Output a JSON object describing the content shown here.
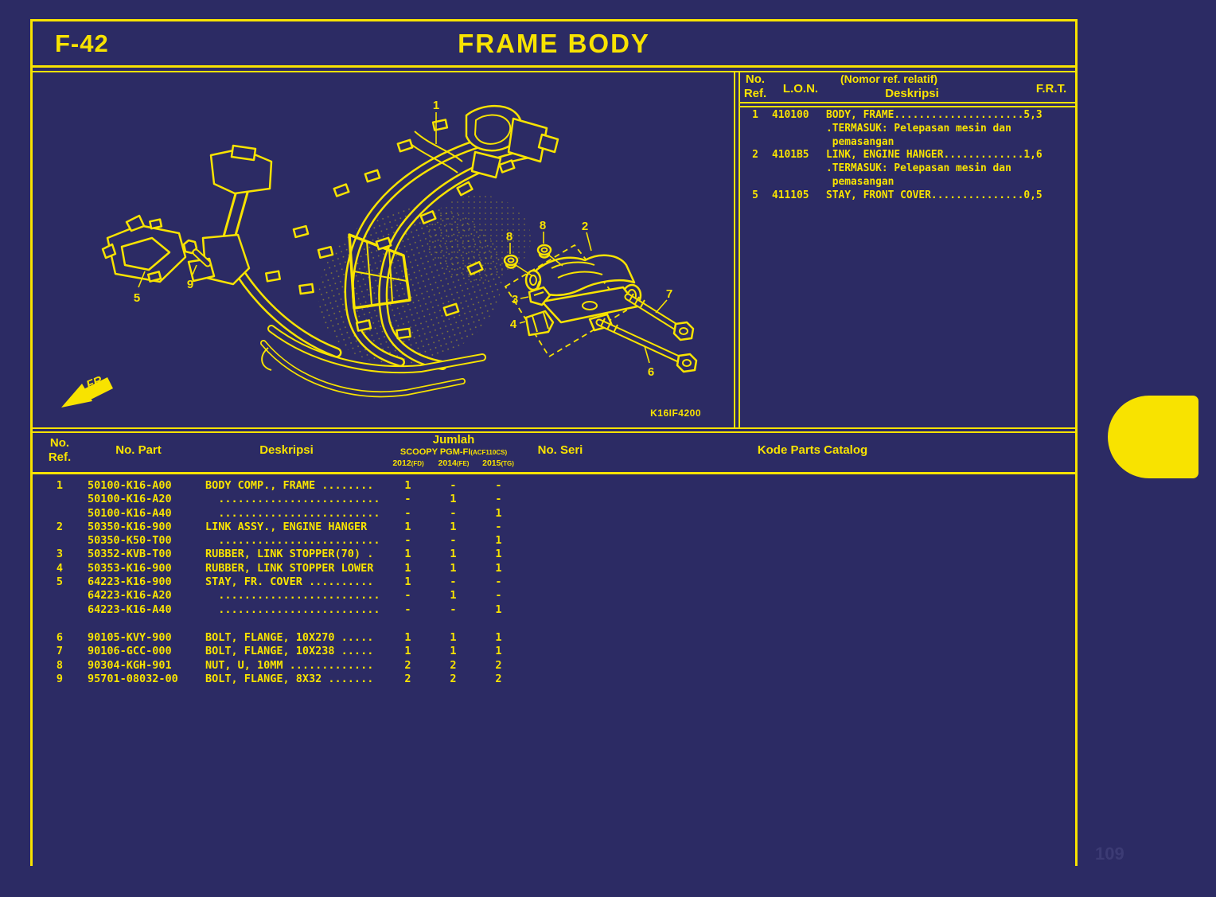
{
  "colors": {
    "background": "#2c2b64",
    "accent": "#f8e300",
    "faint_page_number": "#3c3b74"
  },
  "page": {
    "code": "F-42",
    "title": "FRAME BODY",
    "page_number": "109"
  },
  "diagram": {
    "code": "K16IF4200",
    "front_arrow": "FR.",
    "labels": {
      "l1": "1",
      "l2": "2",
      "l3": "3",
      "l4": "4",
      "l5": "5",
      "l6": "6",
      "l7": "7",
      "l8a": "8",
      "l8b": "8",
      "l9": "9"
    }
  },
  "ref_table": {
    "headers": {
      "no_ref1": "No.",
      "no_ref2": "Ref.",
      "lon": "L.O.N.",
      "desc_note": "(Nomor ref. relatif)",
      "deskripsi": "Deskripsi",
      "frt": "F.R.T."
    },
    "rows": [
      {
        "ref": "1",
        "lon": "410100",
        "lines": [
          "BODY, FRAME.....................5,3",
          ".TERMASUK: Pelepasan mesin dan",
          " pemasangan"
        ]
      },
      {
        "ref": "2",
        "lon": "4101B5",
        "lines": [
          "LINK, ENGINE HANGER.............1,6",
          ".TERMASUK: Pelepasan mesin dan",
          " pemasangan"
        ]
      },
      {
        "ref": "5",
        "lon": "411105",
        "lines": [
          "STAY, FRONT COVER...............0,5"
        ]
      }
    ]
  },
  "parts_table": {
    "headers": {
      "no_ref1": "No.",
      "no_ref2": "Ref.",
      "no_part": "No. Part",
      "deskripsi": "Deskripsi",
      "jumlah": "Jumlah",
      "model": "SCOOPY PGM-FI",
      "model_code": "(ACF110CS)",
      "years": [
        {
          "year": "2012",
          "code": "(FD)"
        },
        {
          "year": "2014",
          "code": "(FE)"
        },
        {
          "year": "2015",
          "code": "(TG)"
        }
      ],
      "no_seri": "No. Seri",
      "kode": "Kode Parts Catalog"
    },
    "rows": [
      {
        "ref": "1",
        "part": "50100-K16-A00",
        "desc": "BODY COMP., FRAME ........",
        "q": [
          "1",
          "-",
          "-"
        ]
      },
      {
        "ref": "",
        "part": "50100-K16-A20",
        "desc": "  .........................",
        "q": [
          "-",
          "1",
          "-"
        ]
      },
      {
        "ref": "",
        "part": "50100-K16-A40",
        "desc": "  .........................",
        "q": [
          "-",
          "-",
          "1"
        ]
      },
      {
        "ref": "2",
        "part": "50350-K16-900",
        "desc": "LINK ASSY., ENGINE HANGER",
        "q": [
          "1",
          "1",
          "-"
        ]
      },
      {
        "ref": "",
        "part": "50350-K50-T00",
        "desc": "  .........................",
        "q": [
          "-",
          "-",
          "1"
        ]
      },
      {
        "ref": "3",
        "part": "50352-KVB-T00",
        "desc": "RUBBER, LINK STOPPER(70) .",
        "q": [
          "1",
          "1",
          "1"
        ]
      },
      {
        "ref": "4",
        "part": "50353-K16-900",
        "desc": "RUBBER, LINK STOPPER LOWER",
        "q": [
          "1",
          "1",
          "1"
        ]
      },
      {
        "ref": "5",
        "part": "64223-K16-900",
        "desc": "STAY, FR. COVER ..........",
        "q": [
          "1",
          "-",
          "-"
        ]
      },
      {
        "ref": "",
        "part": "64223-K16-A20",
        "desc": "  .........................",
        "q": [
          "-",
          "1",
          "-"
        ]
      },
      {
        "ref": "",
        "part": "64223-K16-A40",
        "desc": "  .........................",
        "q": [
          "-",
          "-",
          "1"
        ]
      },
      {
        "ref": "6",
        "part": "90105-KVY-900",
        "desc": "BOLT, FLANGE, 10X270 .....",
        "q": [
          "1",
          "1",
          "1"
        ],
        "gap": true
      },
      {
        "ref": "7",
        "part": "90106-GCC-000",
        "desc": "BOLT, FLANGE, 10X238 .....",
        "q": [
          "1",
          "1",
          "1"
        ]
      },
      {
        "ref": "8",
        "part": "90304-KGH-901",
        "desc": "NUT, U, 10MM .............",
        "q": [
          "2",
          "2",
          "2"
        ]
      },
      {
        "ref": "9",
        "part": "95701-08032-00",
        "desc": "BOLT, FLANGE, 8X32 .......",
        "q": [
          "2",
          "2",
          "2"
        ]
      }
    ]
  }
}
